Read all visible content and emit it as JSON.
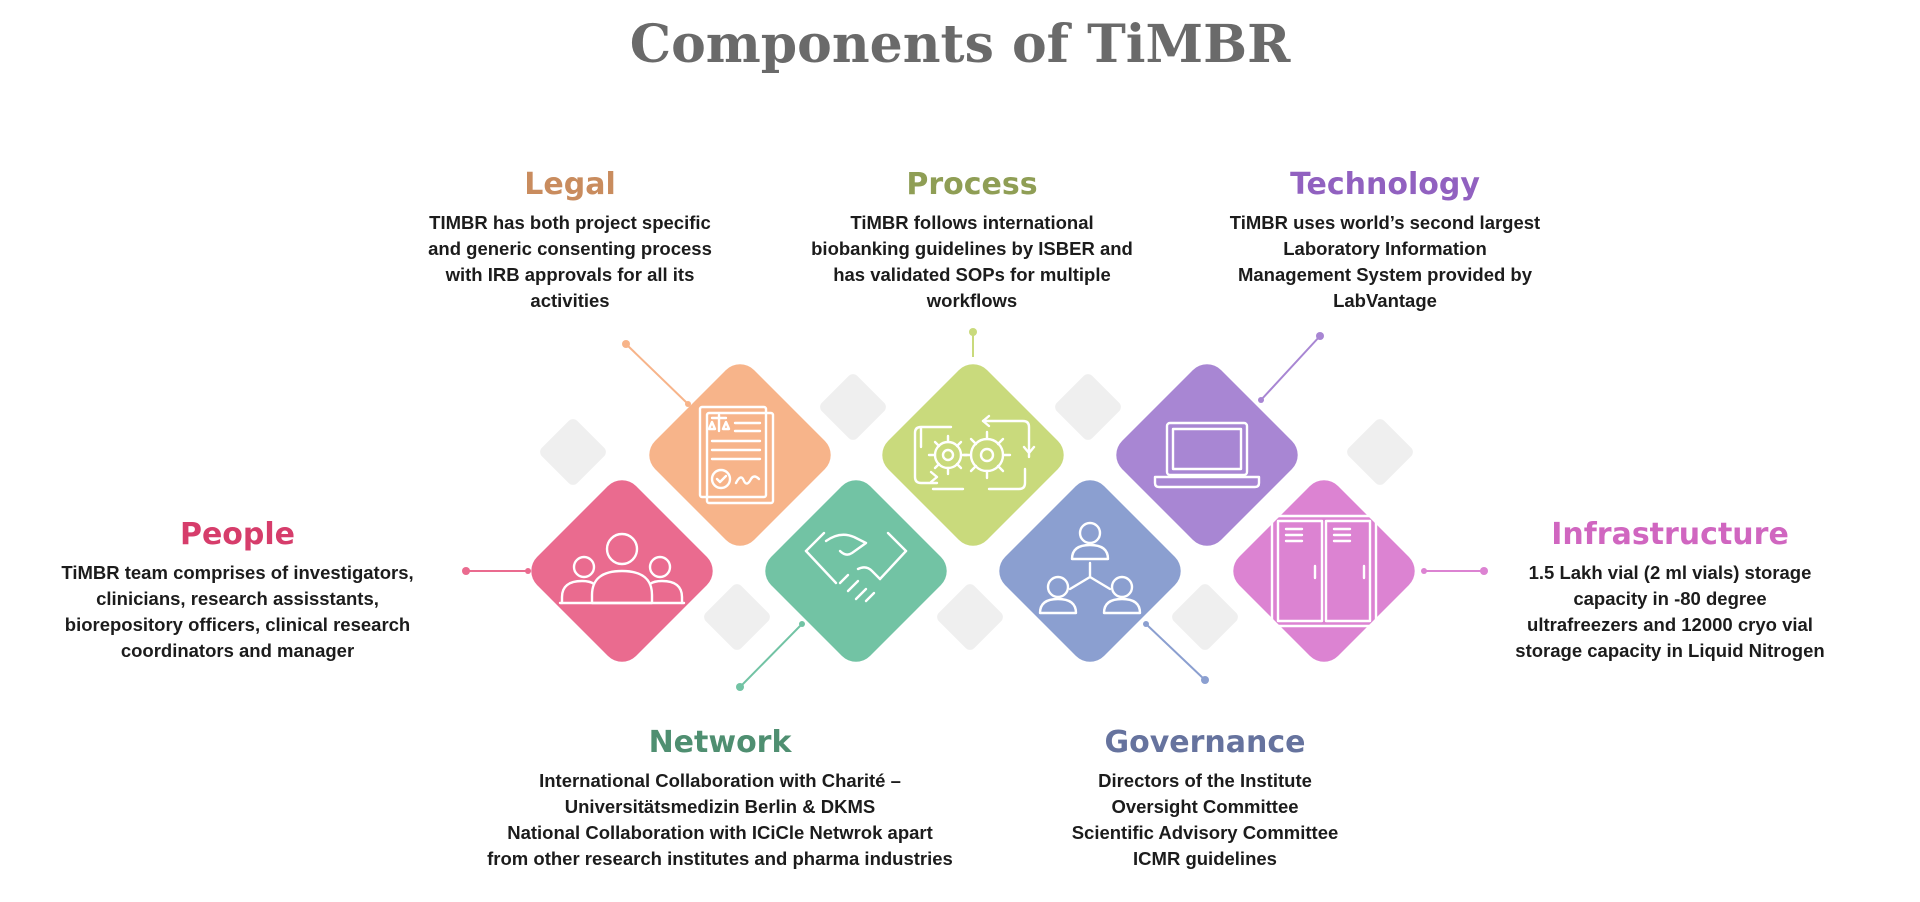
{
  "title": "Components of TiMBR",
  "components": {
    "legal": {
      "title": "Legal",
      "color": "#c98c5e",
      "tile_color": "#f7b48a",
      "icon": "legal-document-icon",
      "lines": [
        "TIMBR has both project specific",
        "and generic consenting process",
        "with IRB approvals for all its",
        "activities"
      ]
    },
    "process": {
      "title": "Process",
      "color": "#8f9e55",
      "tile_color": "#c9da7c",
      "icon": "gears-cycle-icon",
      "lines": [
        "TiMBR follows international",
        "biobanking guidelines by ISBER and",
        "has validated SOPs for multiple",
        "workflows"
      ]
    },
    "technology": {
      "title": "Technology",
      "color": "#9161c0",
      "tile_color": "#a886d3",
      "icon": "laptop-icon",
      "lines": [
        "TiMBR uses world’s second largest",
        "Laboratory Information",
        "Management System provided by",
        "LabVantage"
      ]
    },
    "people": {
      "title": "People",
      "color": "#d63d6b",
      "tile_color": "#ea6b8f",
      "icon": "people-group-icon",
      "lines": [
        "TiMBR team comprises of investigators,",
        "clinicians, research assisstants,",
        "biorepository officers, clinical research",
        "coordinators and manager"
      ]
    },
    "infrastructure": {
      "title": "Infrastructure",
      "color": "#d066c0",
      "tile_color": "#dc83d2",
      "icon": "freezer-icon",
      "lines": [
        "1.5 Lakh vial (2 ml vials) storage",
        "capacity in -80 degree",
        "ultrafreezers and 12000 cryo vial",
        "storage capacity in Liquid Nitrogen"
      ]
    },
    "network": {
      "title": "Network",
      "color": "#4f8f71",
      "tile_color": "#72c3a4",
      "icon": "handshake-icon",
      "lines": [
        "International Collaboration with Charité –",
        "Universitätsmedizin Berlin & DKMS",
        "National Collaboration with ICiCle Netwrok apart",
        "from other research institutes and pharma industries"
      ]
    },
    "governance": {
      "title": "Governance",
      "color": "#66739e",
      "tile_color": "#8b9fd0",
      "icon": "hierarchy-people-icon",
      "lines": [
        "Directors of the Institute",
        "Oversight Committee",
        "Scientific Advisory Committee",
        "ICMR guidelines"
      ]
    }
  },
  "decor_color": "#efefef"
}
